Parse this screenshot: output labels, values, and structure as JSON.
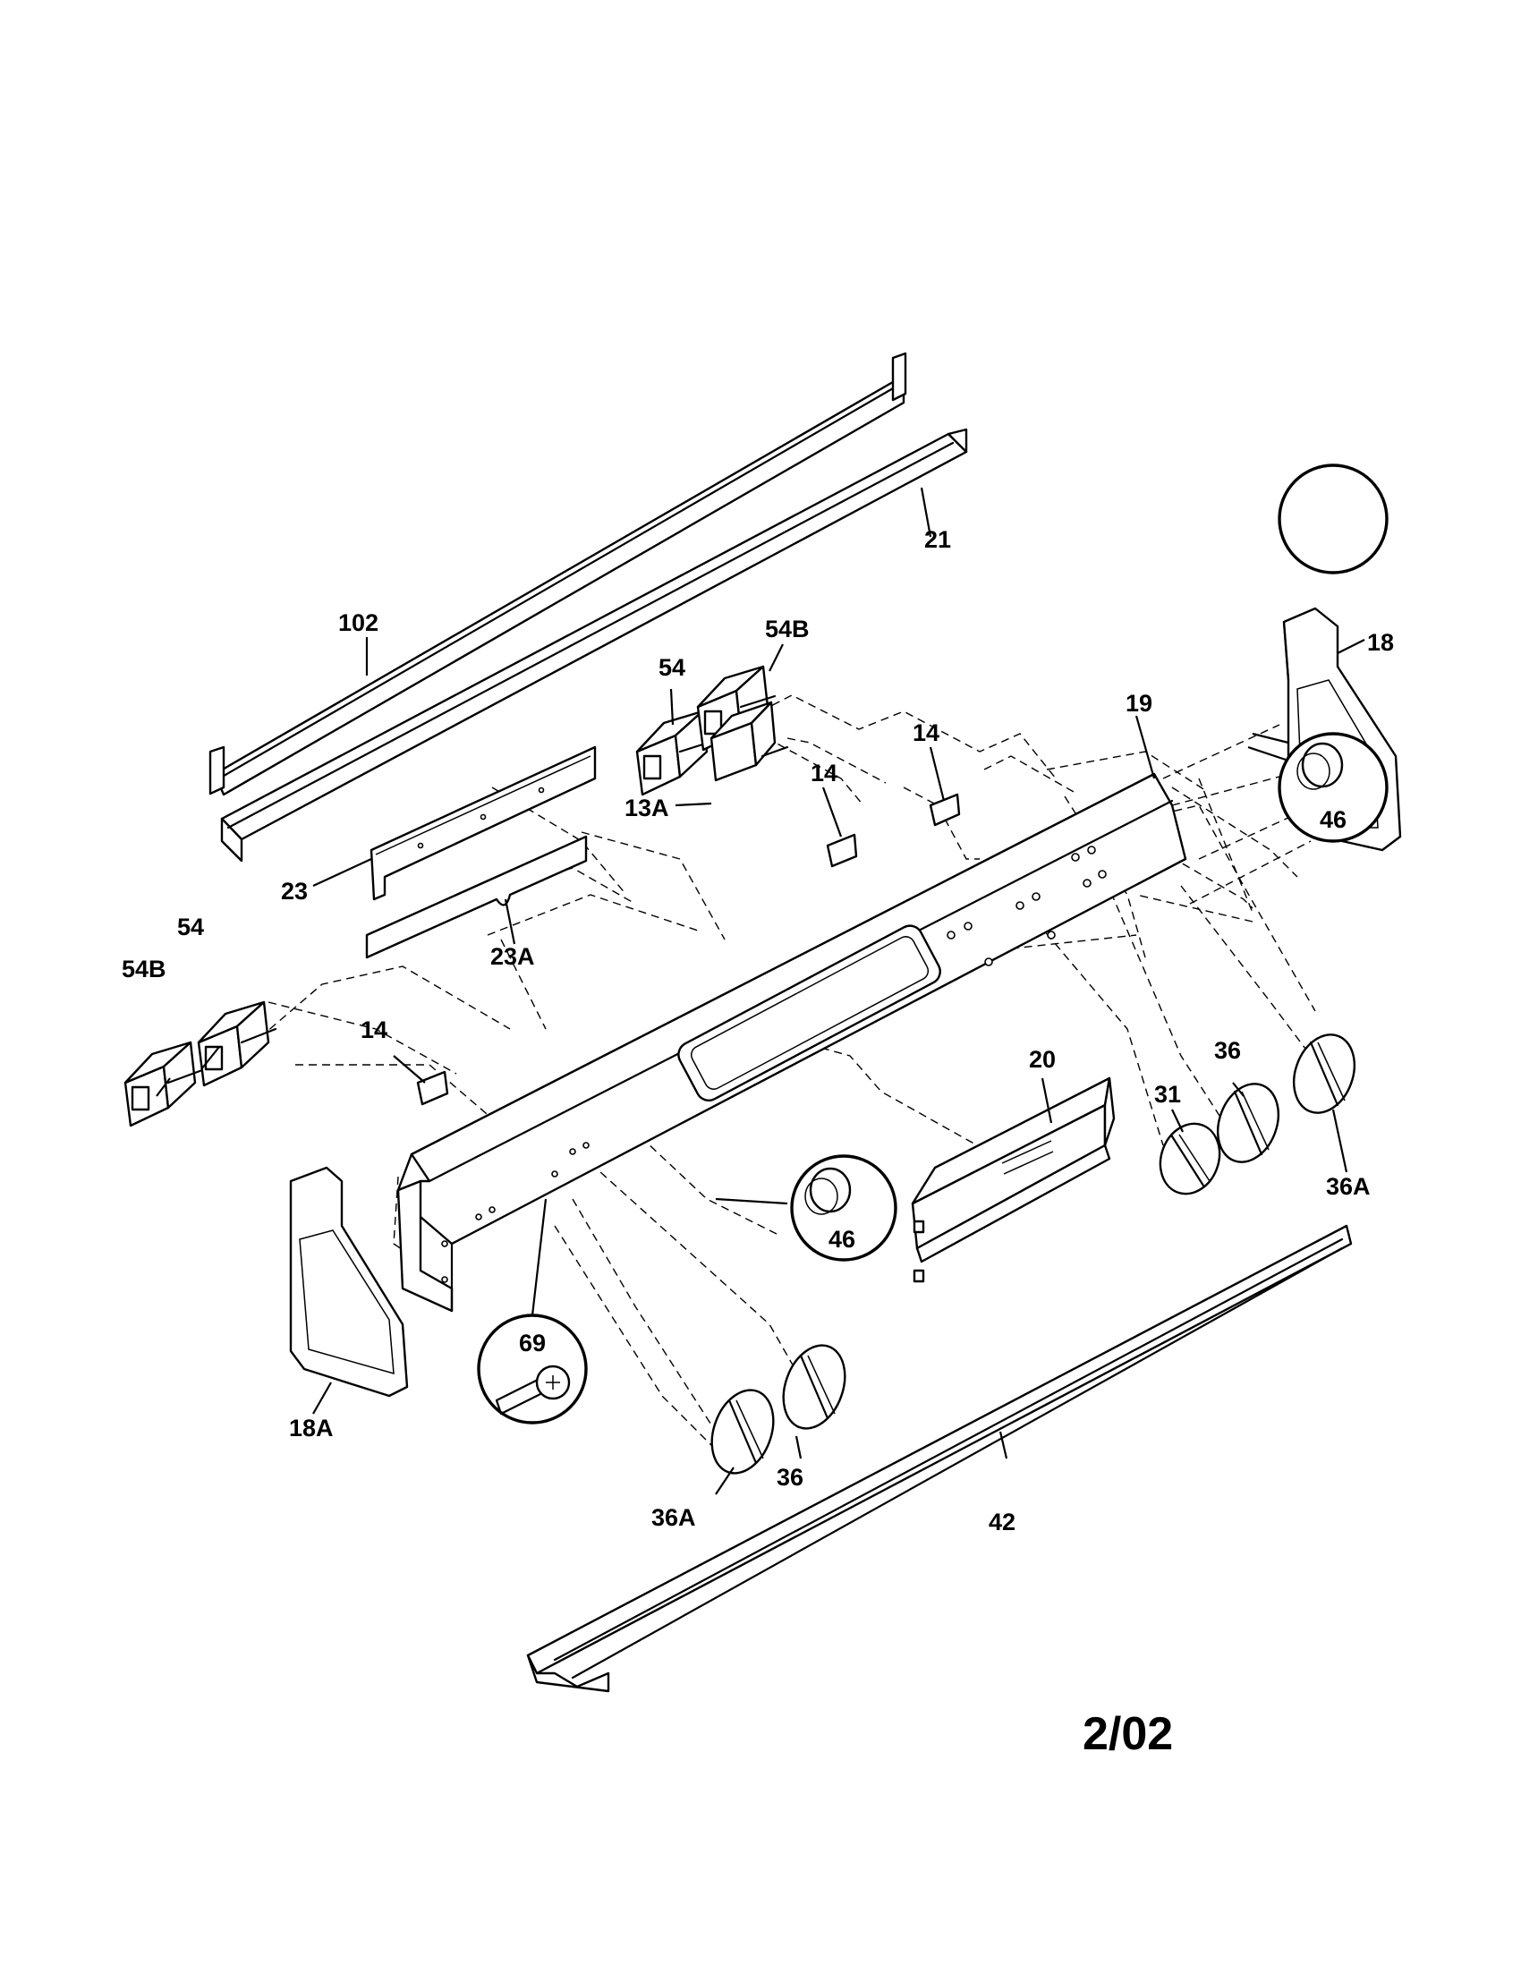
{
  "diagram": {
    "date_code": "2/02",
    "labels": {
      "p102": "102",
      "p21": "21",
      "p18": "18",
      "p19": "19",
      "p54_top": "54",
      "p54b_top": "54B",
      "p14_top_right": "14",
      "p14_top_mid": "14",
      "p13a": "13A",
      "p23": "23",
      "p23a": "23A",
      "p54_left": "54",
      "p54b_left": "54B",
      "p14_left": "14",
      "p46_right": "46",
      "p20": "20",
      "p31": "31",
      "p36_right": "36",
      "p36a_right": "36A",
      "p46_mid": "46",
      "p69": "69",
      "p18a": "18A",
      "p36a_bottom": "36A",
      "p36_bottom": "36",
      "p42": "42"
    }
  }
}
